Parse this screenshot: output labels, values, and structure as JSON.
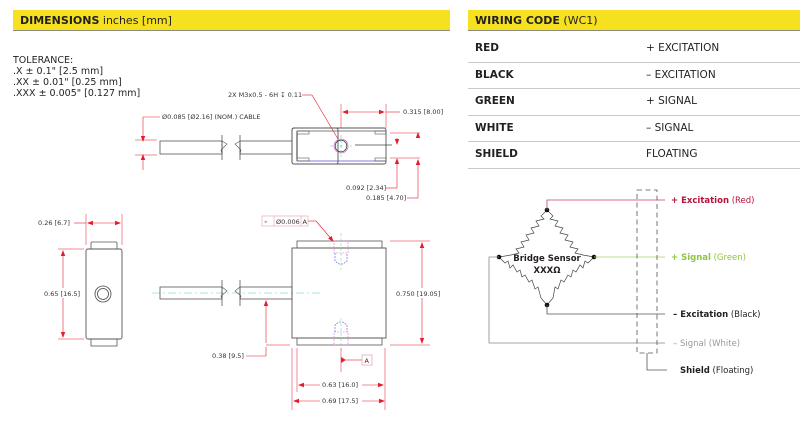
{
  "dimensions": {
    "header_bold": "DIMENSIONS",
    "header_rest": " inches [mm]",
    "tolerance": {
      "title": "TOLERANCE:",
      "lines": [
        ".X ± 0.1\" [2.5 mm]",
        ".XX ± 0.01\" [0.25 mm]",
        ".XXX ± 0.005\" [0.127 mm]"
      ]
    },
    "labels": {
      "thread": "2X M3x0.5 - 6H ↧ 0.11",
      "cable": "Ø0.085 [Ø2.16] (NOM.) CABLE",
      "d0315": "0.315 [8.00]",
      "d0092": "0.092 [2.34]",
      "d0185": "0.185 [4.70]",
      "d026": "0.26 [6.7]",
      "d065": "0.65 [16.5]",
      "fcf_symbol": "⌖",
      "fcf_tol": "Ø0.006",
      "fcf_datum": "A",
      "d0750": "0.750 [19.05]",
      "d038": "0.38 [9.5]",
      "datum_a": "A",
      "d063": "0.63 [16.0]",
      "d069": "0.69 [17.5]"
    }
  },
  "wiring": {
    "header_bold": "WIRING CODE",
    "header_rest": " (WC1)",
    "rows": [
      {
        "color": "RED",
        "function": "+ EXCITATION"
      },
      {
        "color": "BLACK",
        "function": "– EXCITATION"
      },
      {
        "color": "GREEN",
        "function": "+ SIGNAL"
      },
      {
        "color": "WHITE",
        "function": "– SIGNAL"
      },
      {
        "color": "SHIELD",
        "function": "FLOATING"
      }
    ],
    "schematic": {
      "sensor_label": "Bridge Sensor",
      "sensor_value": "XXXΩ",
      "leads": [
        {
          "bold": "+ Excitation",
          "rest": " (Red)",
          "color": "#b5123a"
        },
        {
          "bold": "+ Signal",
          "rest": " (Green)",
          "color": "#8dc63f"
        },
        {
          "bold": "– Excitation",
          "rest": " (Black)",
          "color": "#231f20"
        },
        {
          "bold": "– Signal",
          "rest": " (White)",
          "color": "#9a9a9a"
        },
        {
          "bold": "Shield",
          "rest": " (Floating)",
          "color": "#231f20"
        }
      ]
    }
  },
  "colors": {
    "header_yellow": "#f5e11f",
    "dimension_red": "#e31d2b",
    "centerline_green": "#5cd6a0",
    "hidden_blue": "#5a55d6"
  }
}
